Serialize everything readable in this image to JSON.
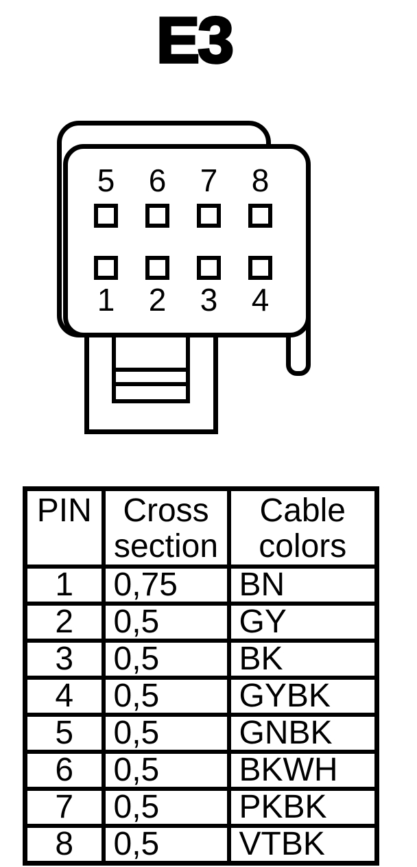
{
  "title": "E3",
  "connector": {
    "top_row_pins": [
      "5",
      "6",
      "7",
      "8"
    ],
    "bottom_row_pins": [
      "1",
      "2",
      "3",
      "4"
    ]
  },
  "table": {
    "headers": [
      "PIN",
      "Cross section",
      "Cable colors"
    ],
    "rows": [
      {
        "pin": "1",
        "cross_section": "0,75",
        "cable_color": "BN"
      },
      {
        "pin": "2",
        "cross_section": "0,5",
        "cable_color": "GY"
      },
      {
        "pin": "3",
        "cross_section": "0,5",
        "cable_color": "BK"
      },
      {
        "pin": "4",
        "cross_section": "0,5",
        "cable_color": "GYBK"
      },
      {
        "pin": "5",
        "cross_section": "0,5",
        "cable_color": "GNBK"
      },
      {
        "pin": "6",
        "cross_section": "0,5",
        "cable_color": "BKWH"
      },
      {
        "pin": "7",
        "cross_section": "0,5",
        "cable_color": "PKBK"
      },
      {
        "pin": "8",
        "cross_section": "0,5",
        "cable_color": "VTBK"
      }
    ]
  },
  "colors": {
    "line": "#000000",
    "background": "#ffffff"
  }
}
